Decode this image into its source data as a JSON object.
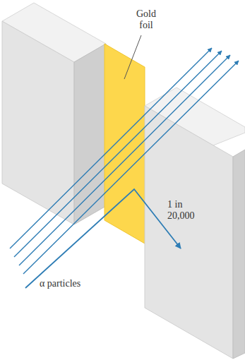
{
  "diagram": {
    "labels": [
      "Gold foil",
      "1 in 20,000",
      "α particles"
    ]
  }
}
